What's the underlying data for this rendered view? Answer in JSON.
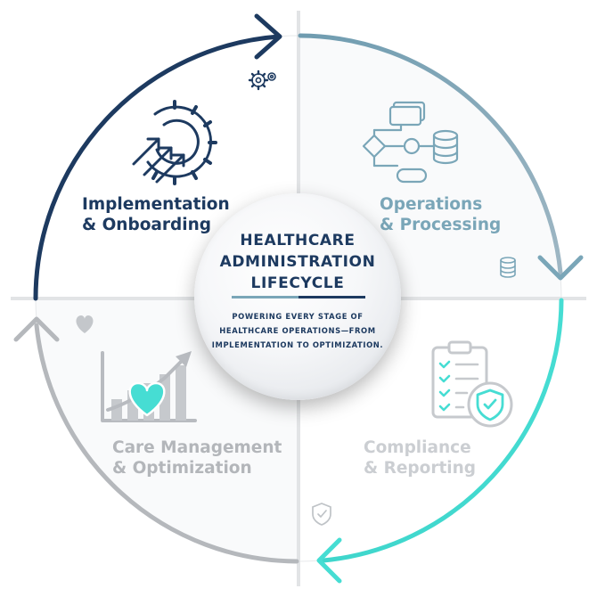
{
  "center": {
    "title_lines": [
      "HEALTHCARE",
      "ADMINISTRATION",
      "LIFECYCLE"
    ],
    "subtitle": "POWERING EVERY STAGE OF HEALTHCARE OPERATIONS—FROM IMPLEMENTATION TO OPTIMIZATION."
  },
  "quadrants": [
    {
      "line1": "Implementation",
      "line2": "& Onboarding",
      "icon": "gear-arrows-icon",
      "small_icon": "gears-icon",
      "color": "#1d3a60"
    },
    {
      "line1": "Operations",
      "line2": "& Processing",
      "icon": "workflow-database-icon",
      "small_icon": "database-icon",
      "color": "#7aa6b8"
    },
    {
      "line1": "Care Management",
      "line2": "& Optimization",
      "icon": "growth-chart-heart-icon",
      "small_icon": "heart-icon",
      "color": "#a9acb1"
    },
    {
      "line1": "Compliance",
      "line2": "& Reporting",
      "icon": "checklist-shield-icon",
      "small_icon": "shield-check-icon",
      "color": "#c6c9cd"
    }
  ],
  "colors": {
    "navy": "#1d3a60",
    "steel_blue": "#7aa6b8",
    "teal": "#46ddd3",
    "gray": "#a9acb1",
    "light_gray": "#c6c9cd",
    "divider": "#e4e6e8"
  }
}
